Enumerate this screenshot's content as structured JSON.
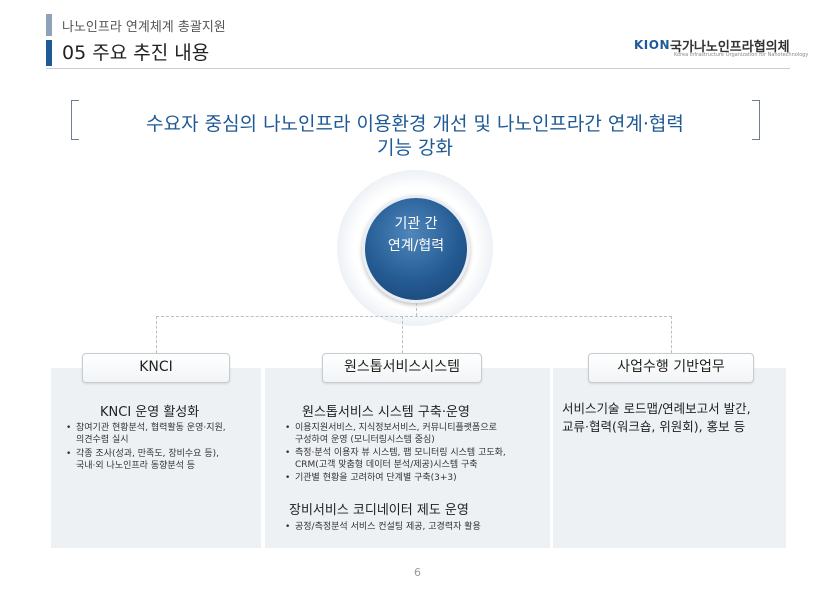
{
  "header": {
    "subtitle": "나노인프라 연계체계 총괄지원",
    "title": "05 주요 추진 내용"
  },
  "logo": {
    "mark": "KION",
    "org_name": "국가나노인프라협의체",
    "org_name_en": "Korea Infrastructure Organization for Nanotechnology"
  },
  "headline": {
    "line1": "수요자 중심의 나노인프라 이용환경 개선 및 나노인프라간 연계·협력",
    "line2": "기능 강화"
  },
  "center": {
    "line1": "기관 간",
    "line2": "연계/협력"
  },
  "panels": [
    {
      "title": "KNCI",
      "heading": "KNCI 운영 활성화",
      "bullets": [
        [
          "참여기관 현황분석, 협력활동 운영·지원,",
          "의견수렴 실시"
        ],
        [
          "각종 조사(성과, 만족도, 장비수요 등),",
          "국내·외 나노인프라 동향분석 등"
        ]
      ]
    },
    {
      "title": "원스톱서비스시스템",
      "heading1": "원스톱서비스 시스템 구축·운영",
      "bullets1": [
        [
          "이용지원서비스, 지식정보서비스, 커뮤니티플랫폼으로",
          "구성하여 운영 (모니터링시스템 중심)"
        ],
        [
          "측정·분석 이용자 뷰 시스템, 팹 모니터링 시스템 고도화,",
          "CRM(고객 맞춤형 데이터 분석/제공)시스템 구축"
        ],
        [
          "기관별 현황을 고려하여 단계별 구축(3+3)"
        ]
      ],
      "heading2": "장비서비스 코디네이터 제도 운영",
      "bullets2": [
        [
          "공정/측정분석 서비스 컨설팅 제공, 고경력자 활용"
        ]
      ]
    },
    {
      "title": "사업수행 기반업무",
      "lines": [
        "서비스기술 로드맵/연례보고서 발간,",
        "교류·협력(워크숍, 위원회), 홍보 등"
      ]
    }
  ],
  "page_number": "6"
}
